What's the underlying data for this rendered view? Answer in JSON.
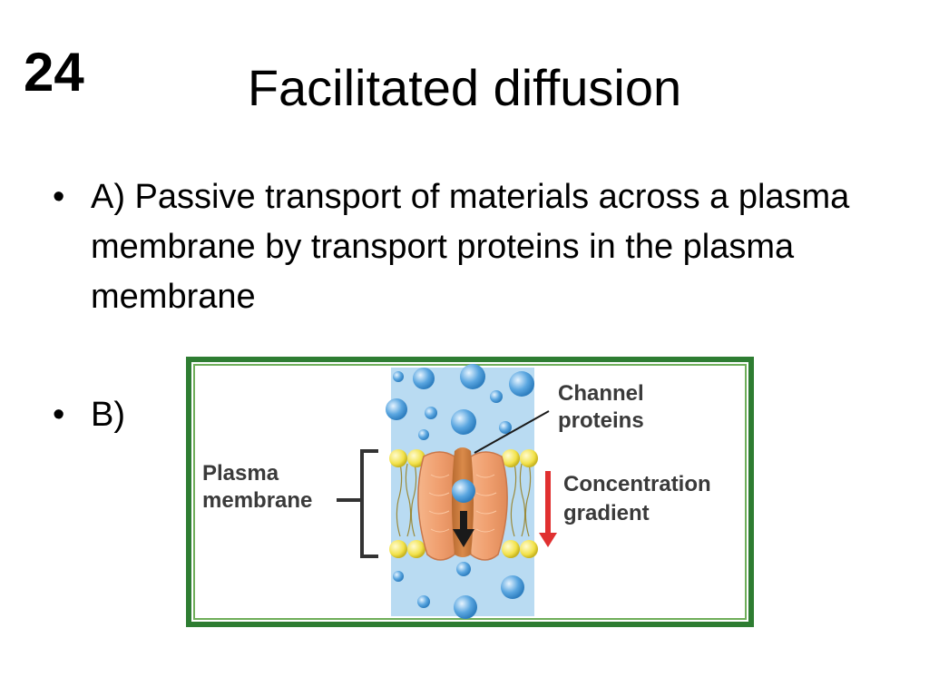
{
  "slide": {
    "number": "24",
    "title": "Facilitated diffusion"
  },
  "bullets": [
    {
      "marker": "•",
      "text": "A) Passive transport of materials across a plasma membrane by transport proteins in the plasma membrane"
    },
    {
      "marker": "•",
      "text": "B)"
    }
  ],
  "figure": {
    "labels": {
      "channel_line1": "Channel",
      "channel_line2": "proteins",
      "membrane_line1": "Plasma",
      "membrane_line2": "membrane",
      "gradient_line1": "Concentration",
      "gradient_line2": "gradient"
    },
    "colors": {
      "frame": "#2e7d32",
      "water": "#b9dbf2",
      "molecule": "#5aa6e0",
      "protein": "#f0a070",
      "phospholipid_head": "#f2e24a",
      "gradient_arrow": "#e03030"
    },
    "icons": [
      "down-arrow-icon",
      "gradient-arrow-icon"
    ]
  }
}
